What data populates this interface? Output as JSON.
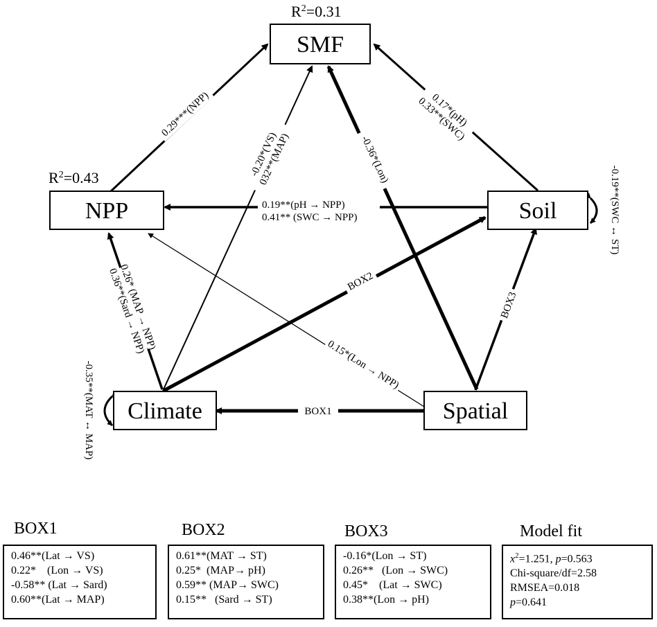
{
  "nodes": {
    "smf": {
      "label": "SMF",
      "r2_prefix": "R",
      "r2_sup": "2",
      "r2_value": "=0.31"
    },
    "npp": {
      "label": "NPP",
      "r2_prefix": "R",
      "r2_sup": "2",
      "r2_value": "=0.43"
    },
    "soil": {
      "label": "Soil"
    },
    "climate": {
      "label": "Climate"
    },
    "spatial": {
      "label": "Spatial"
    }
  },
  "edges": {
    "npp_smf": "0.29***(NPP)",
    "climate_smf_1": "-0.20*(VS)",
    "climate_smf_2": "032**(MAP)",
    "spatial_smf": "-0.36*(Lon)",
    "soil_smf_1": "0.17*(pH)",
    "soil_smf_2": "0.33**(SWC)",
    "soil_npp_1": "0.19**(pH → NPP)",
    "soil_npp_2": "0.41** (SWC → NPP)",
    "soil_self": "-0.19**(SWC ↔ ST)",
    "climate_npp_1": "0.26*  (MAP → NPP)",
    "climate_npp_2": "0.36**(Sard → NPP)",
    "climate_soil": "BOX2",
    "spatial_soil": "BOX3",
    "spatial_npp": "0.15*(Lon → NPP)",
    "spatial_climate": "BOX1",
    "climate_self": "-0.35**(MAT ↔ MAP)"
  },
  "boxes": [
    {
      "title": "BOX1",
      "lines": [
        "0.46**(Lat → VS)",
        "0.22*    (Lon → VS)",
        "-0.58** (Lat → Sard)",
        "0.60**(Lat → MAP)"
      ]
    },
    {
      "title": "BOX2",
      "lines": [
        "0.61**(MAT → ST)",
        "0.25*  (MAP→ pH)",
        "0.59** (MAP→ SWC)",
        "0.15**   (Sard → ST)"
      ]
    },
    {
      "title": "BOX3",
      "lines": [
        "-0.16*(Lon → ST)",
        "0.26**   (Lon → SWC)",
        "0.45*    (Lat → SWC)",
        "0.38**(Lon → pH)"
      ]
    }
  ],
  "model_fit": {
    "title": "Model fit",
    "chi_symbol": "x",
    "chi_sup": "2",
    "chi_rest": "=1.251, ",
    "p_symbol": "p",
    "chi_p": "=0.563",
    "chi_df": "Chi-square/df=2.58",
    "rmsea": "RMSEA=0.018",
    "p2_symbol": "p",
    "p2_value": "=0.641"
  }
}
